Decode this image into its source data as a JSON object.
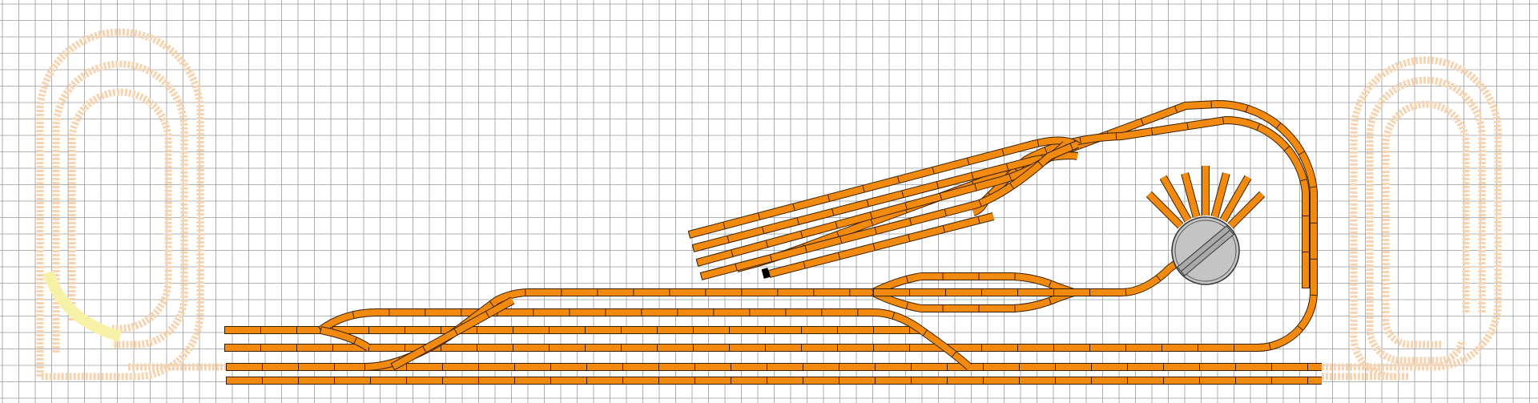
{
  "colors": {
    "background": "#ffffff",
    "grid": "#9a9a9a",
    "track_fill": "#f28a0f",
    "track_edge": "#3a2000",
    "ghost_track": "#f7d3b0",
    "ghost_highlight": "#f7f1a8",
    "turntable": "#c4c4c4",
    "turntable_edge": "#333333",
    "buffer_stop": "#000000"
  },
  "icons": {
    "turntable": "turntable-icon",
    "buffer_stop": "buffer-stop-icon"
  },
  "diagram": {
    "type": "model railway track plan",
    "turntable_stalls": 7,
    "active_tracks": "orange",
    "planned_tracks": "faded"
  }
}
